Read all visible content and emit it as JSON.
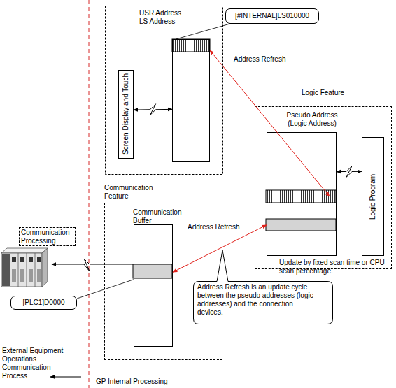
{
  "diagram": {
    "nodes": [
      {
        "text": [
          "USR Address LS Address"
        ]
      },
      {
        "text": [
          "[#INTERNAL]LS010000"
        ]
      },
      {
        "text": [
          "Screen Display and Touch"
        ]
      },
      {
        "text": [
          "Logic Feature",
          "Update by fixed scan time or CPU scan percentage."
        ]
      },
      {
        "text": [
          "Pseudo Address (Logic Address)"
        ],
        "in": 3
      },
      {
        "text": [
          "Logic Program"
        ],
        "in": 3
      },
      {
        "text": [
          "Communication Feature"
        ]
      },
      {
        "text": [
          "Communication Buffer"
        ],
        "in": 6
      },
      {
        "text": [
          "Communication Processing"
        ]
      },
      {
        "text": [
          "[PLC1]D0000"
        ]
      },
      {
        "text": [
          "Address Refresh is an update cycle between the pseudo addresses (logic addresses) and the connection devices."
        ]
      }
    ],
    "edges": [
      {
        "from": 0,
        "to": 4,
        "label": "Address Refresh",
        "arrow": "both"
      },
      {
        "from": 7,
        "to": 4,
        "label": "Address Refresh",
        "arrow": "both"
      },
      {
        "from": 2,
        "to": 0,
        "arrow": "both"
      },
      {
        "from": 4,
        "to": 5,
        "arrow": "both"
      },
      {
        "from": 1,
        "to": 0,
        "arrow": "none"
      },
      {
        "from": 9,
        "to": 7,
        "arrow": "none"
      }
    ],
    "labels": [
      "External Equipment Operations Communication Process",
      "GP Internal Processing"
    ]
  }
}
